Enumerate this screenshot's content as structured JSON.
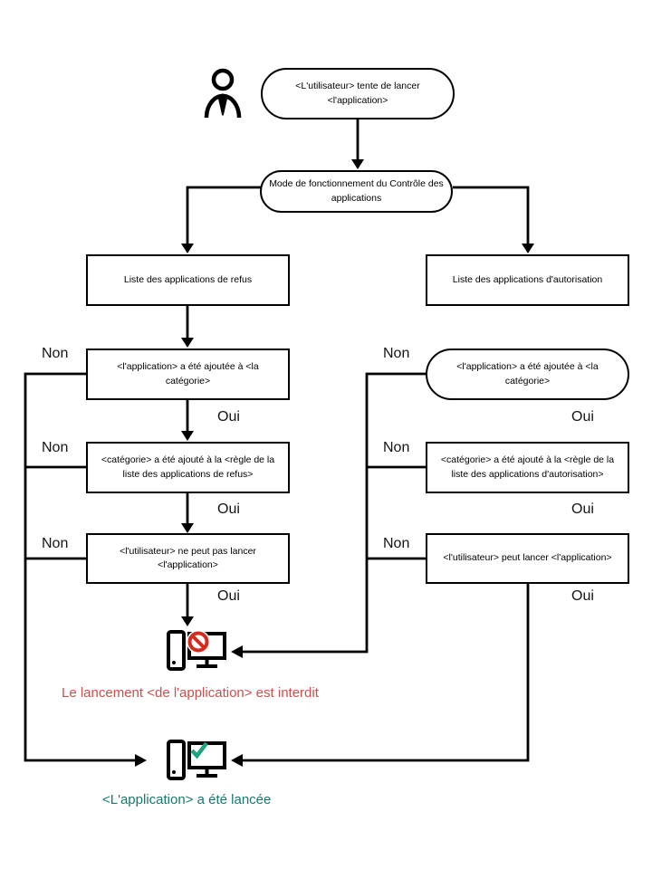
{
  "diagram": {
    "nodes": {
      "start": "<L'utilisateur> tente de lancer <l'application>",
      "mode": "Mode de fonctionnement du Contrôle des applications",
      "deny_list": "Liste des applications de refus",
      "allow_list": "Liste des applications d'autorisation",
      "deny_category": "<l'application> a été ajoutée à <la catégorie>",
      "allow_category": "<l'application> a été ajoutée à <la catégorie>",
      "deny_rule": "<catégorie> a été ajouté à la <règle de la liste des applications de refus>",
      "allow_rule": "<catégorie> a été ajouté à la <règle de la liste des applications d'autorisation>",
      "deny_result": "<l'utilisateur> ne peut pas lancer <l'application>",
      "allow_result": "<l'utilisateur> peut lancer <l'application>"
    },
    "labels": {
      "no": "Non",
      "yes": "Oui"
    },
    "outcomes": {
      "blocked": "Le lancement <de l'application> est interdit",
      "launched": "<L'application> a été lancée"
    },
    "colors": {
      "blocked_text": "#C9504E",
      "launched_text": "#16796C",
      "prohibition_icon": "#D42B1E",
      "check_icon": "#1FA482",
      "line": "#000000"
    },
    "icons": [
      "user-icon",
      "app-blocked-icon",
      "app-launched-icon"
    ]
  }
}
